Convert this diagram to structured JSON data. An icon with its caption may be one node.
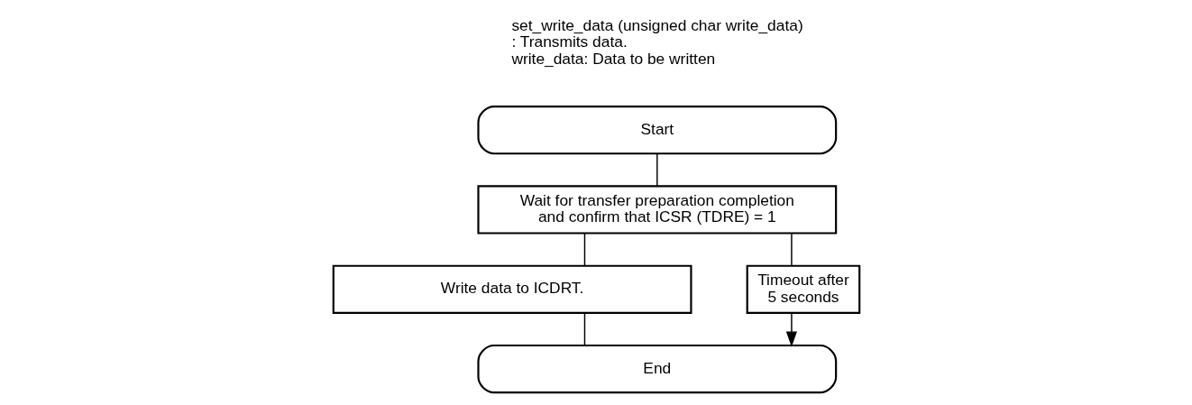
{
  "diagram": {
    "nodes": [
      {
        "text": [
          "Start"
        ]
      },
      {
        "text": [
          "Wait for transfer preparation completion and confirm that ICSR (TDRE) = 1"
        ]
      },
      {
        "text": [
          "Write data to ICDRT."
        ]
      },
      {
        "text": [
          "Timeout after 5 seconds"
        ]
      },
      {
        "text": [
          "End"
        ]
      }
    ],
    "edges": [
      {
        "from": 0,
        "to": 1,
        "arrow": "none"
      },
      {
        "from": 1,
        "to": 2,
        "arrow": "none"
      },
      {
        "from": 2,
        "to": 4,
        "arrow": "none"
      },
      {
        "from": 1,
        "to": 3,
        "arrow": "none"
      },
      {
        "from": 3,
        "to": 4,
        "arrow": "to"
      }
    ],
    "labels": [
      "set_write_data (unsigned char write_data)",
      ": Transmits data.",
      "write_data: Data to be written"
    ]
  }
}
